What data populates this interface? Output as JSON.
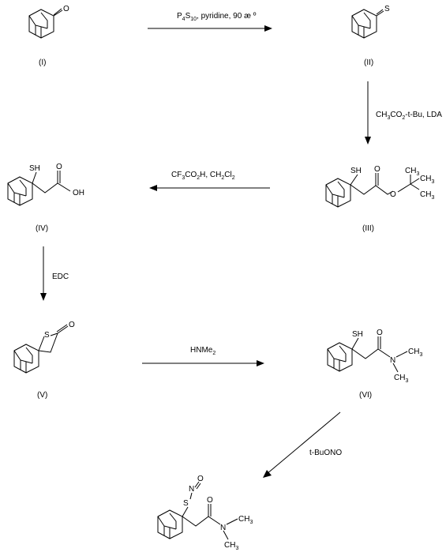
{
  "compound_labels": {
    "I": "(I)",
    "II": "(II)",
    "III": "(III)",
    "IV": "(IV)",
    "V": "(V)",
    "VI": "(VI)"
  },
  "atoms": {
    "O": "O",
    "S": "S",
    "SH": "SH",
    "OH": "OH",
    "N": "N",
    "CH": "CH",
    "three": "3"
  },
  "reagents": {
    "step1": {
      "a": "P",
      "a_sub": "4",
      "b": "S",
      "b_sub": "10",
      "c": ", pyridine, 90 æ º"
    },
    "step2": {
      "a": "CH",
      "a_sub": "3",
      "b": "CO",
      "b_sub": "2",
      "c": "-t-Bu, LDA"
    },
    "step3": {
      "a": "CF",
      "a_sub": "3",
      "b": "CO",
      "b_sub": "2",
      "c": "H, CH",
      "c_sub": "2",
      "d": "Cl",
      "d_sub": "2"
    },
    "step4": {
      "text": "EDC"
    },
    "step5": {
      "a": "HNMe",
      "a_sub": "2"
    },
    "step6": {
      "text": "t-BuONO"
    }
  }
}
